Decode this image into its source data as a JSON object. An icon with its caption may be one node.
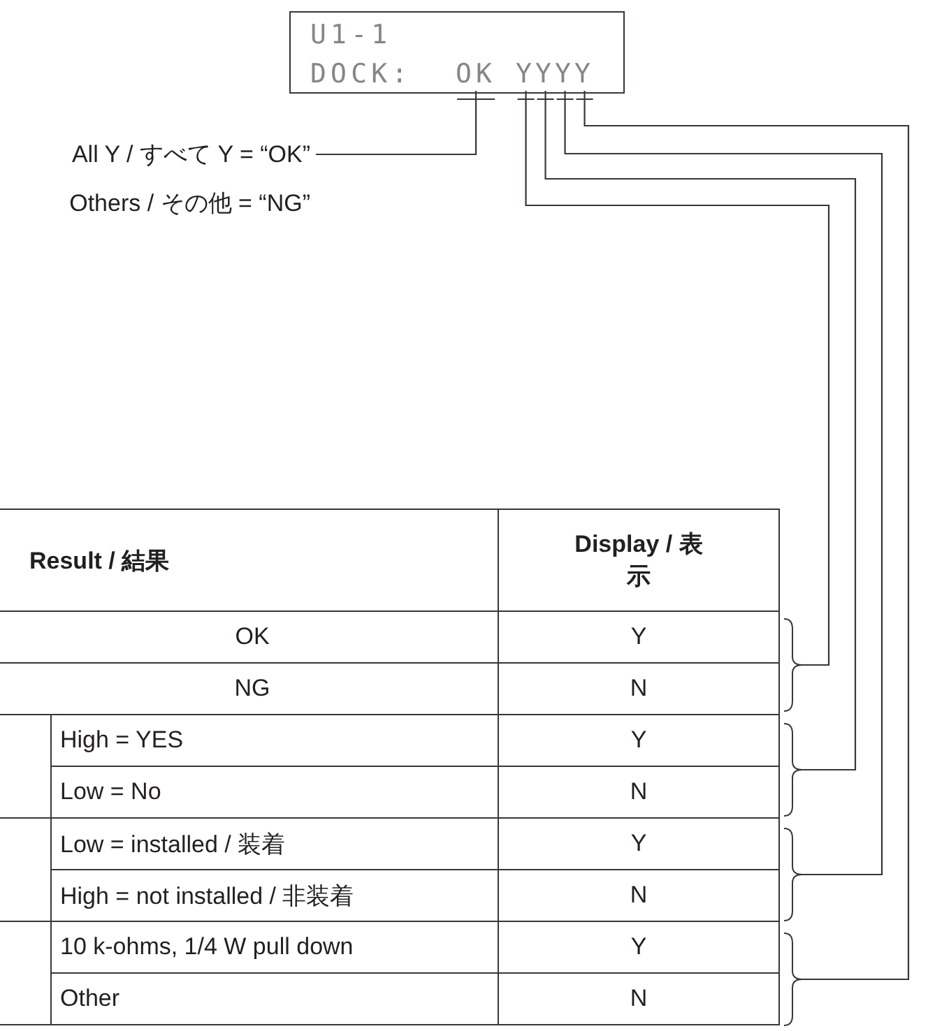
{
  "diagram": {
    "nodes": [
      {
        "text": [
          "U1-1",
          "DOCK:"
        ]
      },
      {
        "text": [
          "OK"
        ],
        "in": 0
      },
      {
        "text": [
          "Y"
        ],
        "in": 0
      },
      {
        "text": [
          "Y"
        ],
        "in": 0
      },
      {
        "text": [
          "Y"
        ],
        "in": 0
      },
      {
        "text": [
          "Y"
        ],
        "in": 0
      },
      {
        "text": [
          "All Y / すべて Y = “OK”"
        ]
      },
      {
        "text": [],
        "shape": "bracket"
      },
      {
        "text": [],
        "shape": "bracket"
      },
      {
        "text": [],
        "shape": "bracket"
      },
      {
        "text": [],
        "shape": "bracket"
      }
    ],
    "edges": [
      {
        "from": 6,
        "to": 1,
        "arrow": "none"
      },
      {
        "from": 2,
        "to": 7,
        "arrow": "none"
      },
      {
        "from": 3,
        "to": 8,
        "arrow": "none"
      },
      {
        "from": 4,
        "to": 9,
        "arrow": "none"
      },
      {
        "from": 5,
        "to": 10,
        "arrow": "none"
      }
    ],
    "labels": [
      "Others / その他 = “NG”",
      "Result / 結果",
      "Display / 表示",
      "OK",
      "Y",
      "NG",
      "N",
      "High = YES",
      "Y",
      "Low = No",
      "N",
      "Low = installed / 装着",
      "Y",
      "High = not installed / 非装着",
      "N",
      "10 k-ohms, 1/4 W pull down",
      "Y",
      "Other",
      "N"
    ]
  }
}
